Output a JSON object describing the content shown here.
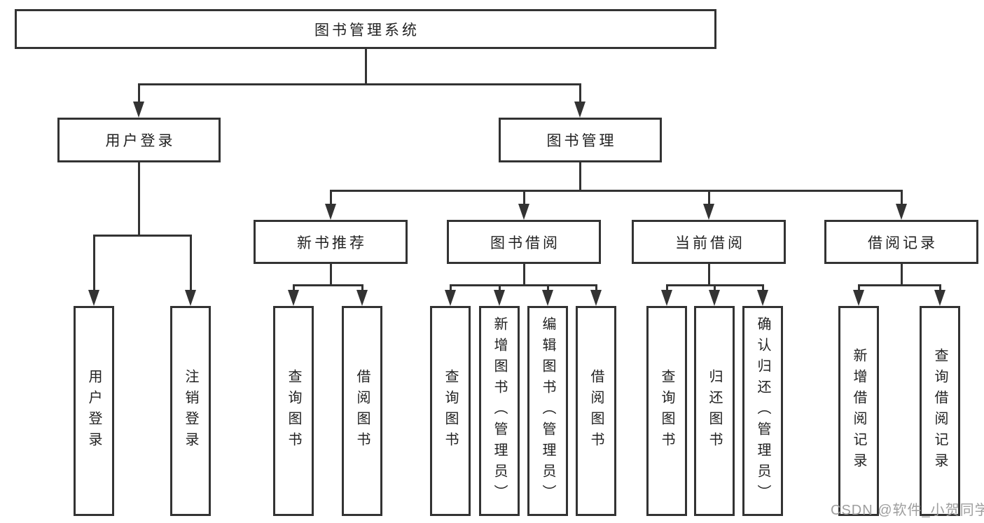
{
  "diagram": {
    "root": {
      "label": "图书管理系统"
    },
    "level1": [
      {
        "label": "用户登录",
        "children": [
          {
            "label": "用户登录"
          },
          {
            "label": "注销登录"
          }
        ]
      },
      {
        "label": "图书管理",
        "children": [
          {
            "label": "新书推荐",
            "children": [
              {
                "label": "查询图书"
              },
              {
                "label": "借阅图书"
              }
            ]
          },
          {
            "label": "图书借阅",
            "children": [
              {
                "label": "查询图书"
              },
              {
                "label": "新增图书（管理员）"
              },
              {
                "label": "编辑图书（管理员）"
              },
              {
                "label": "借阅图书"
              }
            ]
          },
          {
            "label": "当前借阅",
            "children": [
              {
                "label": "查询图书"
              },
              {
                "label": "归还图书"
              },
              {
                "label": "确认归还（管理员）"
              }
            ]
          },
          {
            "label": "借阅记录",
            "children": [
              {
                "label": "新增借阅记录"
              },
              {
                "label": "查询借阅记录"
              }
            ]
          }
        ]
      }
    ]
  },
  "watermark": {
    "text": "CSDN @软件_小贺同学"
  },
  "colors": {
    "line": "#333333",
    "text": "#222222",
    "box_bg": "#ffffff",
    "background": "#ffffff",
    "watermark": "#9e9e9e"
  }
}
